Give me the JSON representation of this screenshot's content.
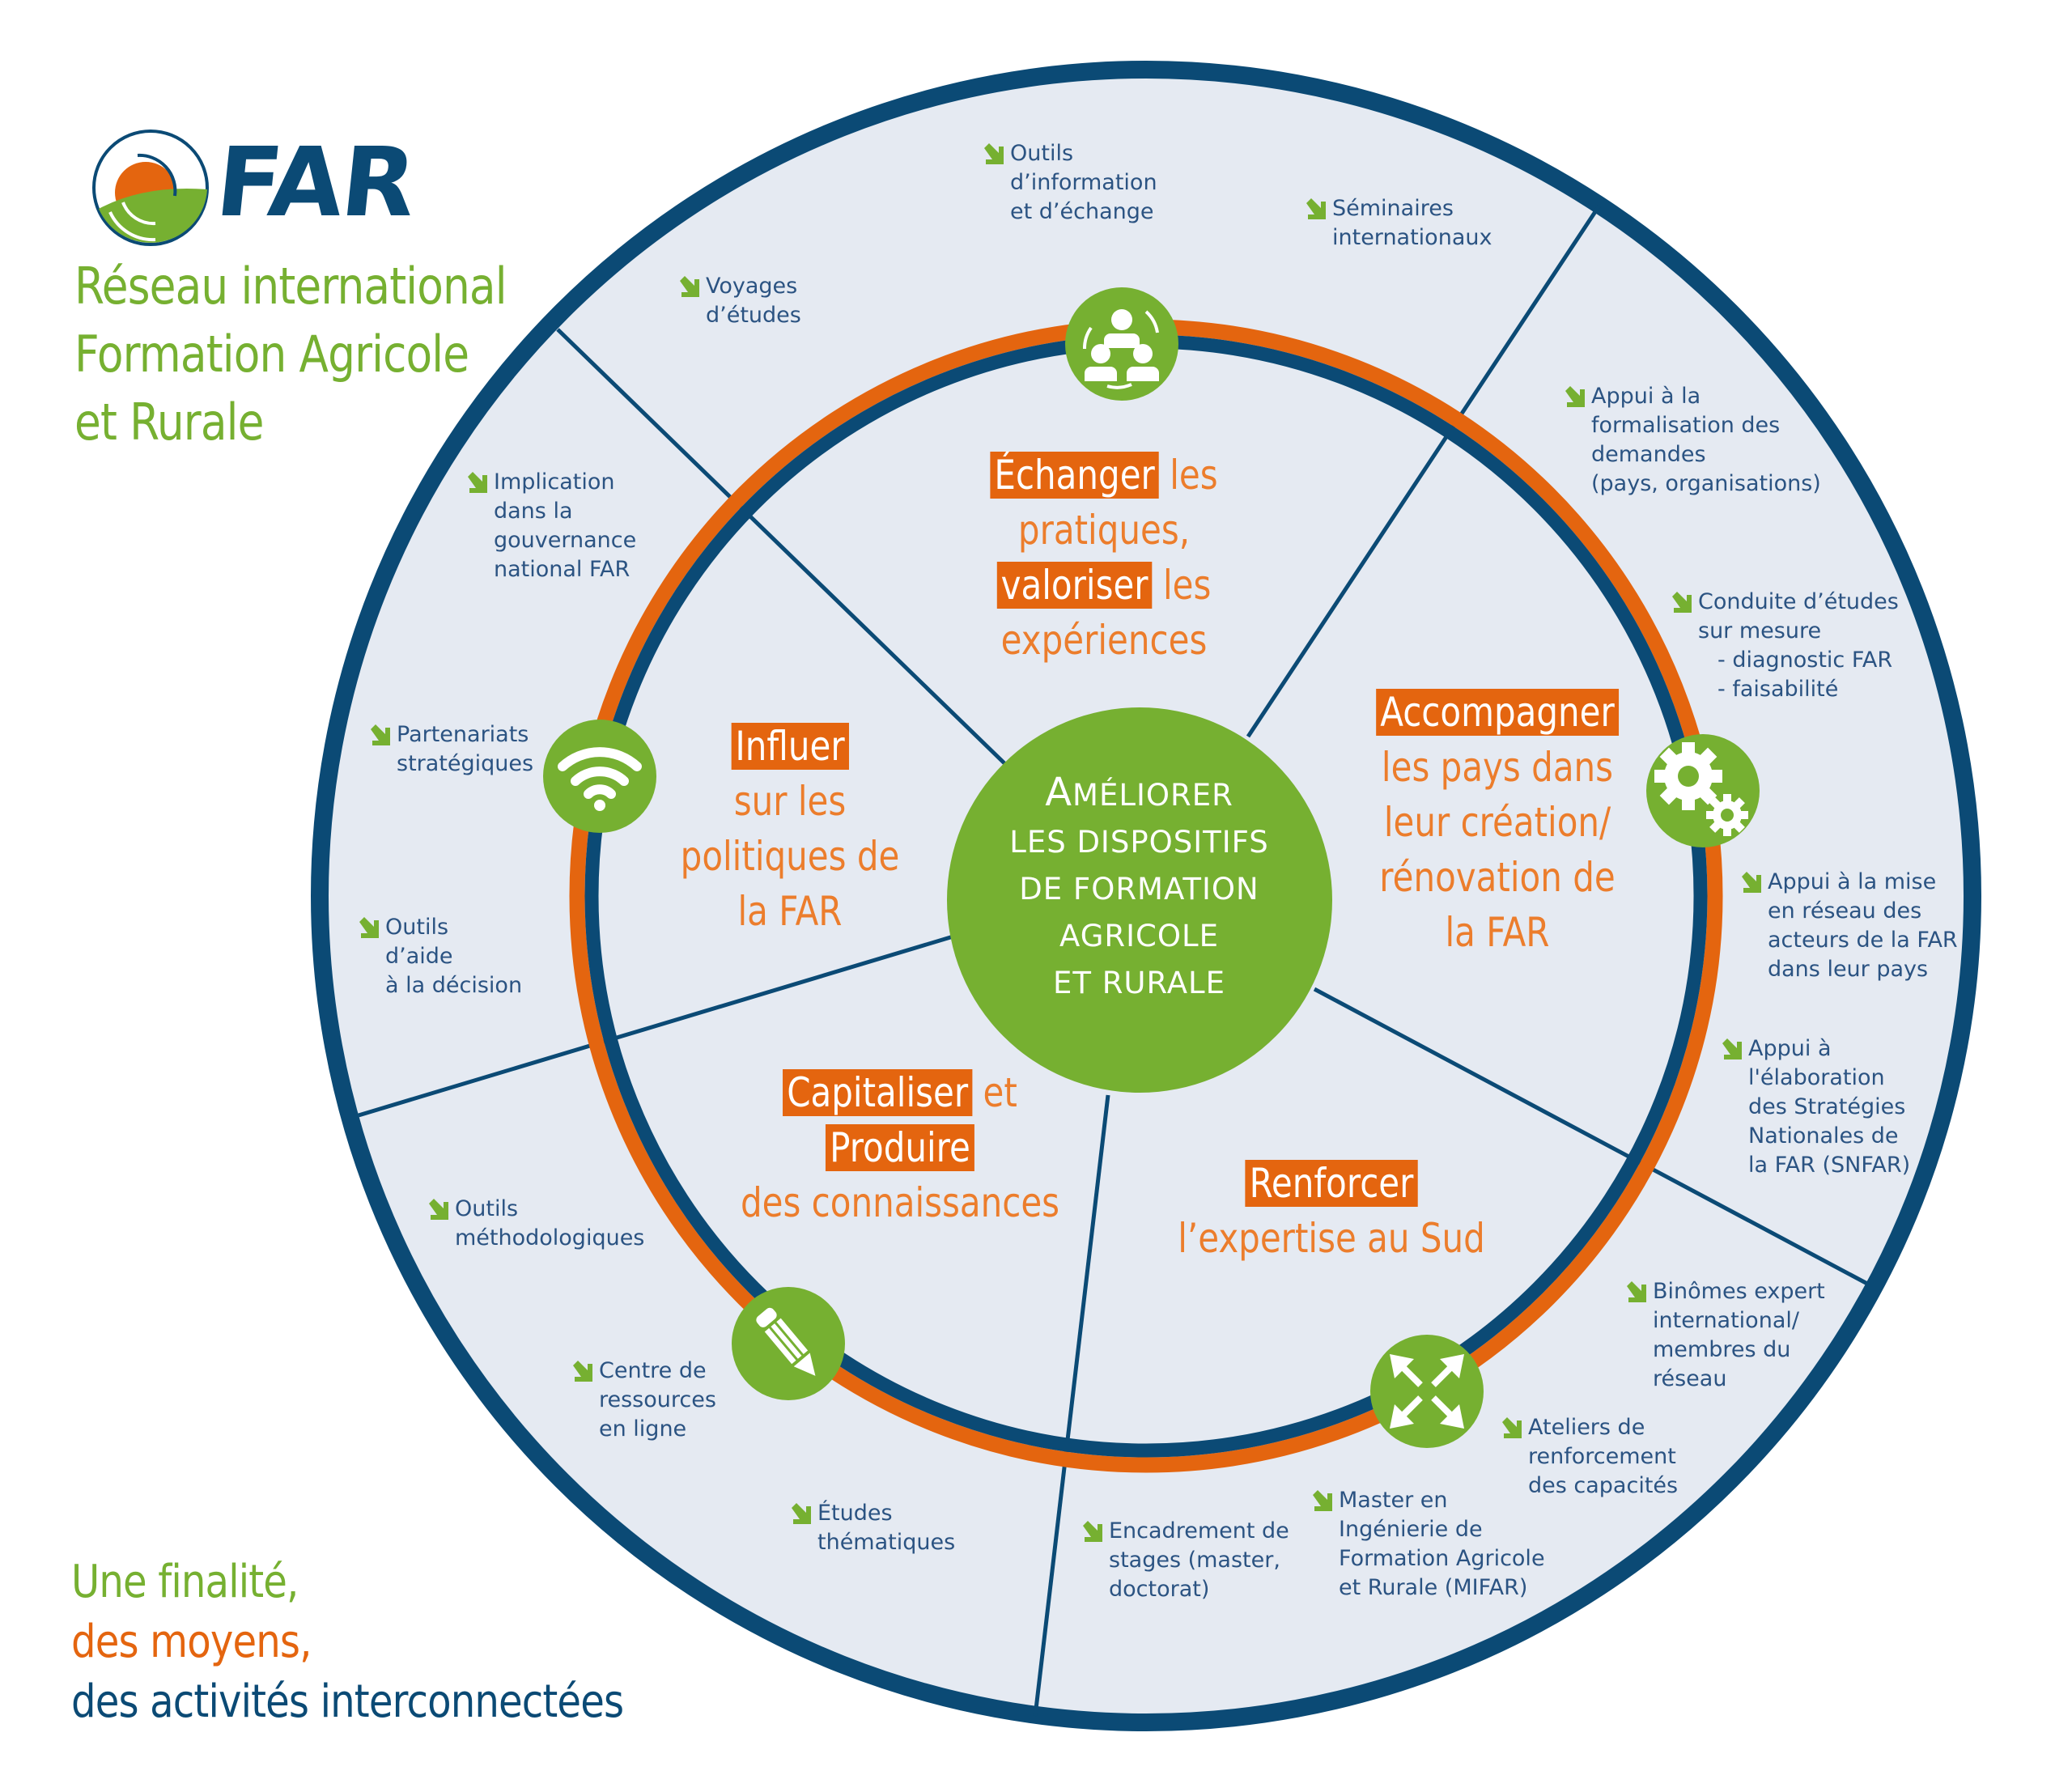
{
  "colors": {
    "brand_green": "#76b031",
    "brand_orange": "#e4650f",
    "heading_orange": "#ec7d2c",
    "brand_blue": "#0b4a75",
    "item_text": "#2b5382",
    "wheel_fill": "#e5eaf2",
    "white": "#ffffff"
  },
  "logo": {
    "word": "FAR",
    "icon": "far-sun-field-logo-icon"
  },
  "network_title": {
    "lines": [
      "Réseau international",
      "Formation Agricole",
      "et Rurale"
    ]
  },
  "tagline": {
    "line1": "Une finalité,",
    "line2": "des moyens,",
    "line3": "des activités interconnectées"
  },
  "center": {
    "first_letter": "A",
    "first_rest": "MÉLIORER",
    "lines": [
      "LES DISPOSITIFS",
      "DE FORMATION",
      "AGRICOLE",
      "ET RURALE"
    ]
  },
  "segments": [
    {
      "id": "echanger",
      "icon": "people-exchange-icon",
      "heading": {
        "rows": [
          {
            "hl": "Échanger",
            "rest": " les"
          },
          {
            "hl": "",
            "rest": "pratiques,"
          },
          {
            "hl": "valoriser",
            "rest": " les"
          },
          {
            "hl": "",
            "rest": "expériences"
          }
        ]
      }
    },
    {
      "id": "accompagner",
      "icon": "gears-icon",
      "heading": {
        "rows": [
          {
            "hl": "Accompagner",
            "rest": ""
          },
          {
            "hl": "",
            "rest": "les pays dans"
          },
          {
            "hl": "",
            "rest": "leur création/"
          },
          {
            "hl": "",
            "rest": "rénovation de"
          },
          {
            "hl": "",
            "rest": "la FAR"
          }
        ]
      }
    },
    {
      "id": "renforcer",
      "icon": "expand-arrows-icon",
      "heading": {
        "rows": [
          {
            "hl": "Renforcer",
            "rest": ""
          },
          {
            "hl": "",
            "rest": "l’expertise au Sud"
          }
        ]
      }
    },
    {
      "id": "capitaliser",
      "icon": "pencil-icon",
      "heading": {
        "rows": [
          {
            "hl": "Capitaliser",
            "rest": " et"
          },
          {
            "hl": "Produire",
            "rest": ""
          },
          {
            "hl": "",
            "rest": "des connaissances"
          }
        ]
      }
    },
    {
      "id": "influer",
      "icon": "wifi-signal-icon",
      "heading": {
        "rows": [
          {
            "hl": "Influer",
            "rest": ""
          },
          {
            "hl": "",
            "rest": "sur les"
          },
          {
            "hl": "",
            "rest": "politiques de"
          },
          {
            "hl": "",
            "rest": "la FAR"
          }
        ]
      }
    }
  ],
  "activities": [
    {
      "id": "outils-information",
      "lines": [
        "Outils",
        "d’information",
        "et d’échange"
      ]
    },
    {
      "id": "seminaires",
      "lines": [
        "Séminaires",
        "internationaux"
      ]
    },
    {
      "id": "voyages",
      "lines": [
        "Voyages",
        "d’études"
      ]
    },
    {
      "id": "appui-formalisation",
      "lines": [
        "Appui à la",
        "formalisation des",
        "demandes",
        "(pays, organisations)"
      ]
    },
    {
      "id": "conduite-etudes",
      "lines": [
        "Conduite d’études",
        "sur mesure",
        "- diagnostic FAR",
        "- faisabilité"
      ]
    },
    {
      "id": "appui-mise-en-reseau",
      "lines": [
        "Appui à la mise",
        "en réseau des",
        "acteurs de la FAR",
        "dans leur pays"
      ]
    },
    {
      "id": "appui-elaboration",
      "lines": [
        "Appui à",
        "l'élaboration",
        "des Stratégies",
        "Nationales de",
        "la FAR (SNFAR)"
      ]
    },
    {
      "id": "binomes",
      "lines": [
        "Binômes expert",
        "international/",
        "membres du",
        "réseau"
      ]
    },
    {
      "id": "ateliers",
      "lines": [
        "Ateliers de",
        "renforcement",
        "des capacités"
      ]
    },
    {
      "id": "master",
      "lines": [
        "Master en",
        "Ingénierie de",
        "Formation Agricole",
        "et Rurale (MIFAR)"
      ]
    },
    {
      "id": "encadrement",
      "lines": [
        "Encadrement de",
        "stages (master,",
        "doctorat)"
      ]
    },
    {
      "id": "etudes-thematiques",
      "lines": [
        "Études",
        "thématiques"
      ]
    },
    {
      "id": "centre-ressources",
      "lines": [
        "Centre de",
        "ressources",
        "en ligne"
      ]
    },
    {
      "id": "outils-methodologiques",
      "lines": [
        "Outils",
        "méthodologiques"
      ]
    },
    {
      "id": "outils-aide-decision",
      "lines": [
        "Outils",
        "d’aide",
        "à la décision"
      ]
    },
    {
      "id": "partenariats",
      "lines": [
        "Partenariats",
        "stratégiques"
      ]
    },
    {
      "id": "implication",
      "lines": [
        "Implication",
        "dans la",
        "gouvernance",
        "national FAR"
      ]
    }
  ]
}
